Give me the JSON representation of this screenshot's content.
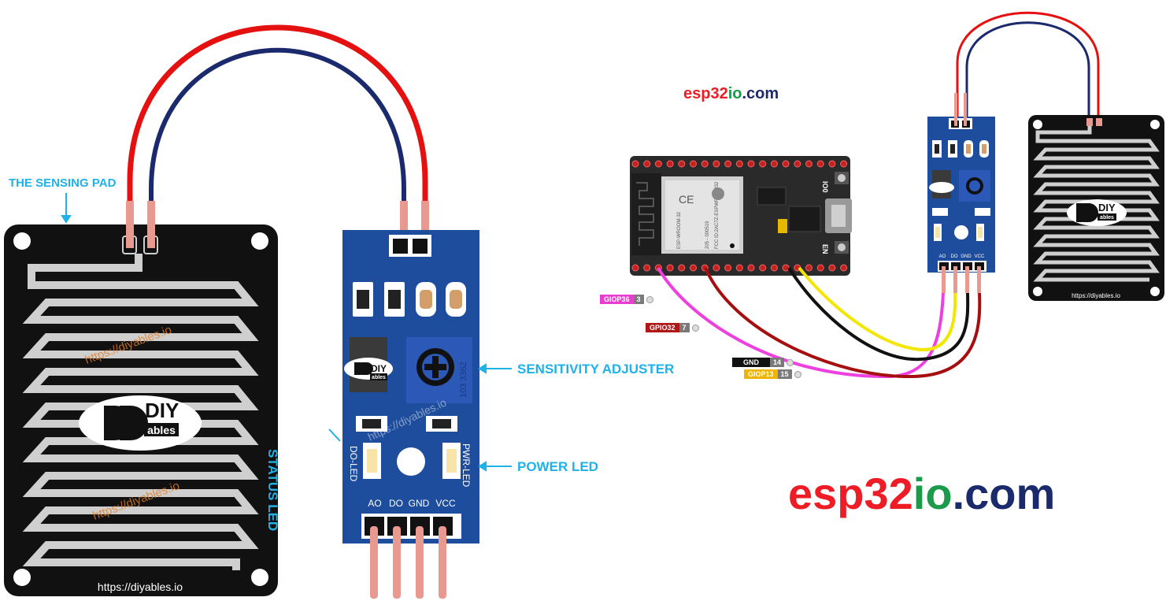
{
  "brand": {
    "site_prefix": "esp32",
    "site_mid": "io",
    "site_suffix": ".com",
    "colors": {
      "red": "#ee1c25",
      "green": "#1a9a4a",
      "navy": "#1b2a6b"
    }
  },
  "labels": {
    "sensing_pad": "THE SENSING PAD",
    "sensitivity_adjuster": "SENSITIVITY ADJUSTER",
    "power_led": "POWER LED",
    "status_led": "STATUS LED",
    "label_color": "#1fb2e8"
  },
  "sensing_pad": {
    "url": "https://diyables.io",
    "watermark": "https://diyables.io",
    "logo_main": "DIY",
    "logo_sub": "ables"
  },
  "module": {
    "logo_main": "DIY",
    "logo_sub": "ables",
    "watermark": "https://diyables.io",
    "pot_text": "103 3362",
    "do_led": "DO-LED",
    "pwr_led": "PWR-LED",
    "pins": [
      "AO",
      "DO",
      "GND",
      "VCC"
    ]
  },
  "esp32": {
    "module_text": [
      "ESP-WROOM-32",
      "205 - 000519",
      "FCC ID:2AC7Z-ESPWROOM32"
    ],
    "button_io0": "IO0",
    "button_en": "EN"
  },
  "pin_labels": [
    {
      "name": "GIOP36",
      "num": "3",
      "color": "#e83fd0",
      "text": "#ffffff"
    },
    {
      "name": "GPIO32",
      "num": "7",
      "color": "#b01818",
      "text": "#ffffff"
    },
    {
      "name": "GND",
      "num": "14",
      "color": "#111111",
      "text": "#ffffff"
    },
    {
      "name": "GIOP13",
      "num": "15",
      "color": "#f0b400",
      "text": "#ffffff"
    }
  ],
  "small_pad": {
    "url": "https://diyables.io",
    "logo_main": "DIY",
    "logo_sub": "ables"
  },
  "wire_colors": {
    "magenta": "#ee3fe0",
    "darkred": "#a50f0f",
    "black": "#111111",
    "yellow": "#f3e600",
    "red": "#e51010",
    "navy": "#1a2a6c"
  }
}
